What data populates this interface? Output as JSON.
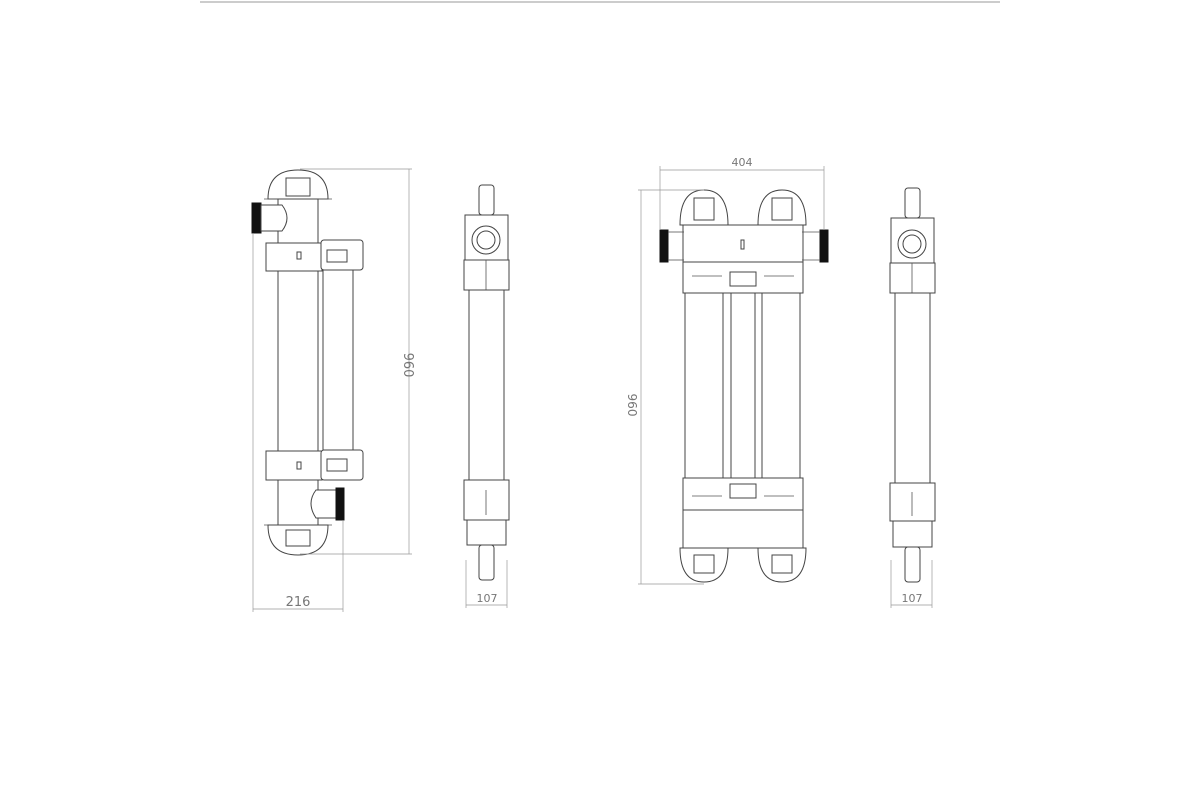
{
  "drawing": {
    "title": "UV sterilizer dimensional drawing",
    "views": [
      {
        "name": "single-front",
        "height_label": "960",
        "width_label": "216"
      },
      {
        "name": "single-side",
        "width_label": "107"
      },
      {
        "name": "double-front",
        "height_label": "960",
        "width_label": "404"
      },
      {
        "name": "double-side",
        "width_label": "107"
      }
    ],
    "colors": {
      "line": "#444444",
      "dimension": "#999999",
      "port": "#111111"
    }
  }
}
